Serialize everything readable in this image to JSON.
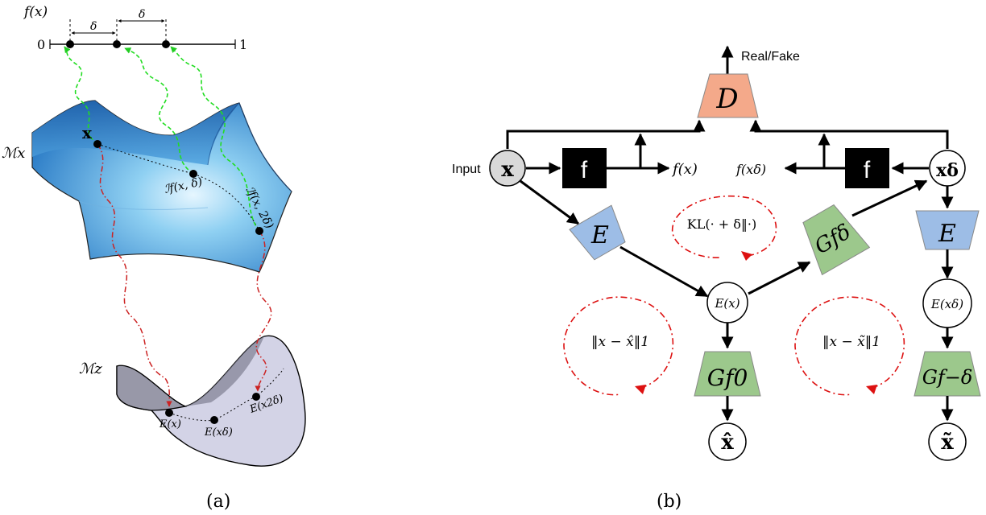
{
  "panel_a": {
    "caption": "(a)",
    "fx_label": "f(x)",
    "scale_zero": "0",
    "scale_one": "1",
    "delta_1": "δ",
    "delta_2": "δ",
    "manifold_x_label": "ℳx",
    "manifold_z_label": "ℳz",
    "point_x": "x",
    "interp_1": "ℐf(x, δ)",
    "interp_2": "ℐf(x, 2δ)",
    "latent_1": "E(x)",
    "latent_2": "E(xδ)",
    "latent_3": "E(x2δ)",
    "colors": {
      "surface_x": "#3f8fd6",
      "surface_z": "#d5d5e6",
      "green_arrow": "#22dd22",
      "red_arrow": "#cc2222"
    }
  },
  "panel_b": {
    "caption": "(b)",
    "real_fake": "Real/Fake",
    "d_label": "D",
    "input_label": "Input",
    "x_node": "x",
    "xdelta_node": "xδ",
    "f_left": "f",
    "f_right": "f",
    "fx_out": "f(x)",
    "fxd_out": "f(xδ)",
    "e_left": "E",
    "e_right": "E",
    "ex_node": "E(x)",
    "exd_node": "E(xδ)",
    "g_delta": "Gfδ",
    "g_zero": "Gf0",
    "g_minus": "Gf−δ",
    "xhat": "x̂",
    "xtilde": "x̃",
    "kl_label": "KL(· + δ‖·)",
    "loss_hat": "‖x − x̂‖1",
    "loss_tilde": "‖x − x̃‖1",
    "colors": {
      "D": "#f4a98a",
      "E": "#9dbde6",
      "G": "#9cc88c",
      "node": "#ffffff",
      "input_node": "#d9d9d9",
      "f_box": "#000000",
      "loop": "#dd1111"
    }
  }
}
